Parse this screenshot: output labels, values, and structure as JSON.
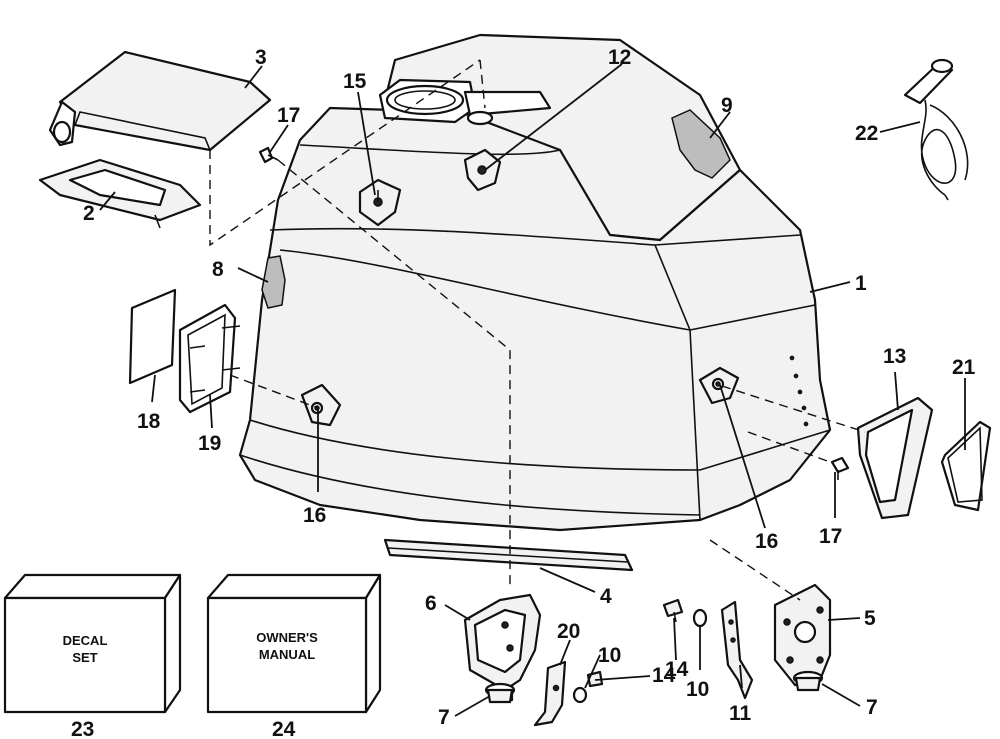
{
  "callouts": {
    "n1": "1",
    "n2": "2",
    "n3": "3",
    "n4": "4",
    "n5": "5",
    "n6": "6",
    "n7a": "7",
    "n7b": "7",
    "n8": "8",
    "n9": "9",
    "n10a": "10",
    "n10b": "10",
    "n11": "11",
    "n12": "12",
    "n13": "13",
    "n14a": "14",
    "n14b": "14",
    "n15": "15",
    "n16a": "16",
    "n16b": "16",
    "n17a": "17",
    "n17b": "17",
    "n18": "18",
    "n19": "19",
    "n20": "20",
    "n21": "21",
    "n22": "22",
    "n23": "23",
    "n24": "24"
  },
  "boxes": {
    "decal_line1": "DECAL",
    "decal_line2": "SET",
    "manual_line1": "OWNER'S",
    "manual_line2": "MANUAL"
  }
}
